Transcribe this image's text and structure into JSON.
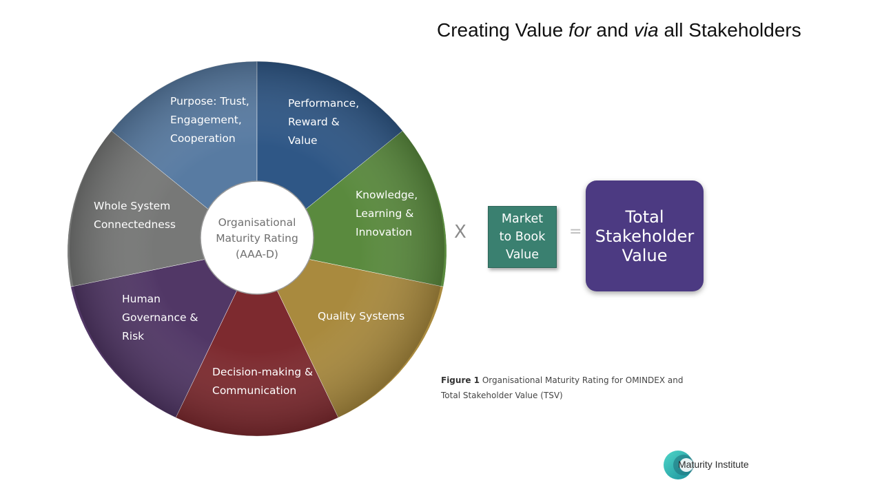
{
  "title": {
    "part1": "Creating Value ",
    "for": "for",
    "part2": " and ",
    "via": "via",
    "part3": " all Stakeholders"
  },
  "wheel": {
    "center_label": [
      "Organisational",
      "Maturity Rating",
      "(AAA-D)"
    ],
    "segments": [
      {
        "id": "performance",
        "lines": [
          "Performance,",
          "Reward &",
          "Value"
        ],
        "color": "#2f5786"
      },
      {
        "id": "knowledge",
        "lines": [
          "Knowledge,",
          "Learning &",
          "Innovation"
        ],
        "color": "#5a8a3e"
      },
      {
        "id": "quality",
        "lines": [
          "Quality Systems"
        ],
        "color": "#a98a3e"
      },
      {
        "id": "decision",
        "lines": [
          "Decision-making &",
          "Communication"
        ],
        "color": "#7d2a2f"
      },
      {
        "id": "human",
        "lines": [
          "Human",
          "Governance &",
          "Risk"
        ],
        "color": "#513766"
      },
      {
        "id": "whole",
        "lines": [
          "Whole System",
          "Connectedness"
        ],
        "color": "#777877"
      },
      {
        "id": "purpose",
        "lines": [
          "Purpose: Trust,",
          "Engagement,",
          "Cooperation"
        ],
        "color": "#587ba2"
      }
    ]
  },
  "equation": {
    "times": "X",
    "market_to_book": [
      "Market",
      "to Book",
      "Value"
    ],
    "equals": "=",
    "total_stakeholder_value": [
      "Total",
      "Stakeholder",
      "Value"
    ]
  },
  "caption": {
    "label": "Figure 1",
    "line1": " Organisational Maturity Rating for OMINDEX and",
    "line2": "Total Stakeholder Value (TSV)"
  },
  "logo": {
    "name": "Maturity Institute"
  },
  "colors": {
    "mtb_box": "#3a8070",
    "tsv_box": "#4c3a82",
    "logo_teal": "#2fb7b0"
  }
}
